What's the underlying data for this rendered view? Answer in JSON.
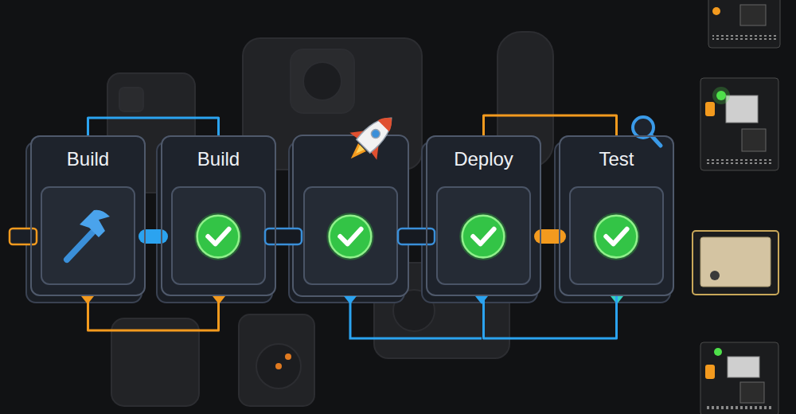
{
  "diagram": {
    "nodes": [
      {
        "text": [
          "Build"
        ]
      },
      {
        "text": [
          "Build"
        ]
      },
      {
        "text": [
          "Deploy"
        ]
      },
      {
        "text": [
          "Test"
        ]
      }
    ],
    "edges": [
      {
        "from": 0,
        "to": 1,
        "arrow": "none"
      },
      {
        "from": 0,
        "to": 1,
        "arrow": "none"
      },
      {
        "from": 0,
        "to": 1,
        "arrow": "none"
      },
      {
        "from": 2,
        "to": 3,
        "arrow": "none"
      },
      {
        "from": 2,
        "to": 3,
        "arrow": "none"
      },
      {
        "from": 2,
        "to": 3,
        "arrow": "none"
      }
    ]
  }
}
